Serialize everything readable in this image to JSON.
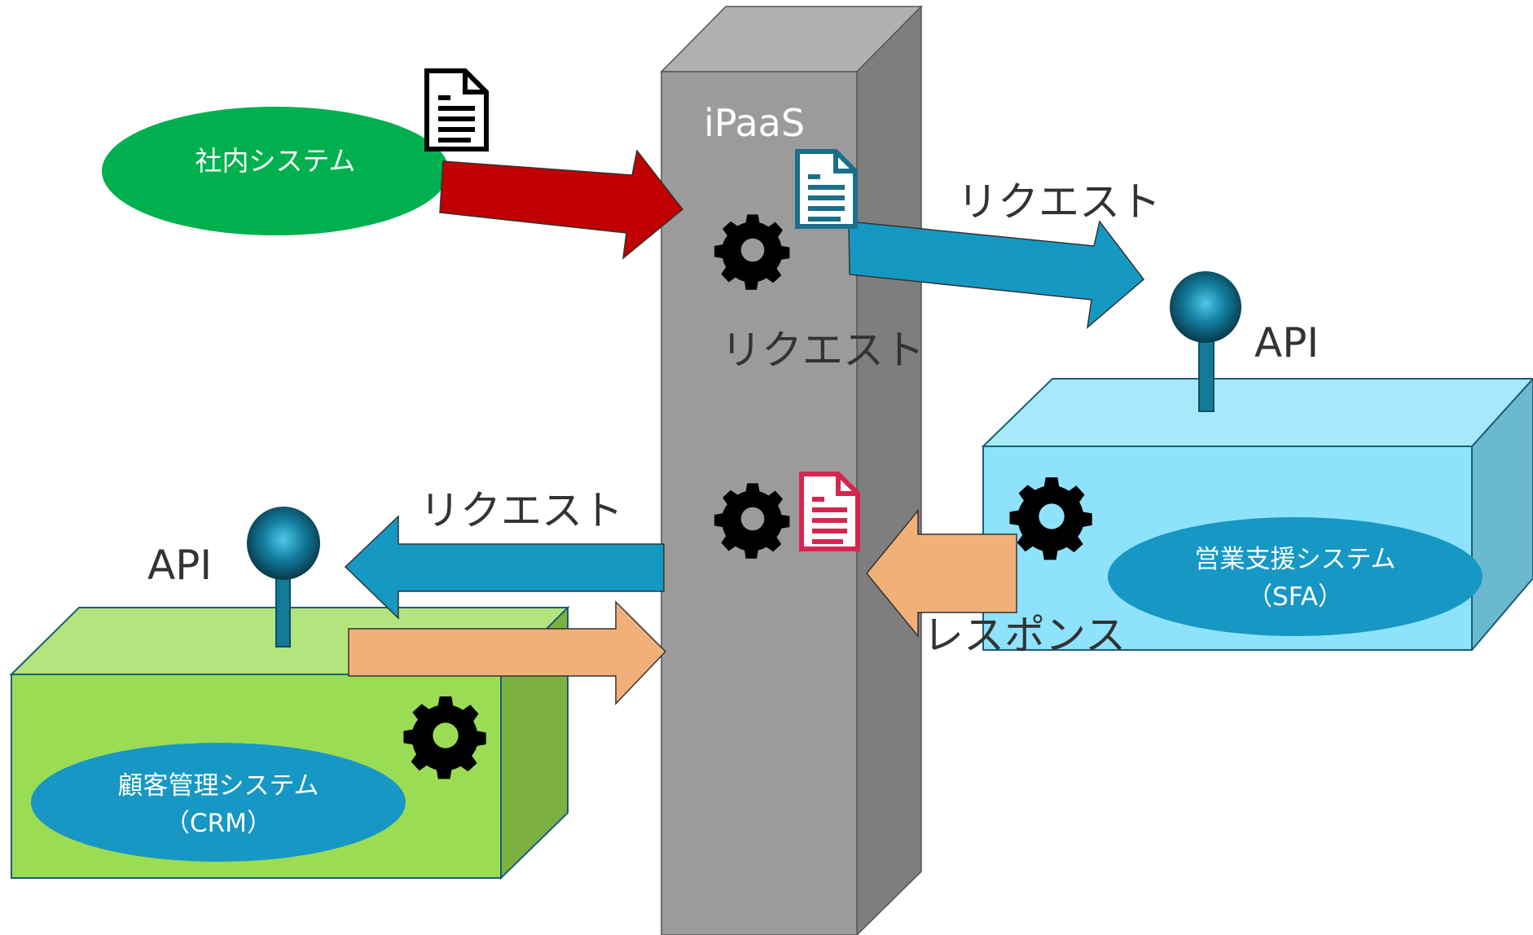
{
  "ipaas": {
    "label": "iPaaS"
  },
  "internal_system": {
    "label": "社内システム"
  },
  "sfa": {
    "name": "営業支援システム",
    "abbr": "（SFA）",
    "api_label": "API"
  },
  "crm": {
    "name": "顧客管理システム",
    "abbr": "（CRM）",
    "api_label": "API"
  },
  "arrows": {
    "ipaas_to_sfa": "リクエスト",
    "ipaas_internal": "リクエスト",
    "ipaas_to_crm": "リクエスト",
    "sfa_to_ipaas": "レスポンス"
  },
  "colors": {
    "red_arrow": "#c00000",
    "blue_arrow": "#1599c3",
    "orange_arrow": "#f2b079",
    "internal_ellipse": "#00b04f",
    "green_box": "#9bdc55",
    "cyan_box": "#8fe2fb",
    "system_ellipse": "#1797c4",
    "doc_blue": "#1b6f8b",
    "doc_red": "#d6264f",
    "pillar": "#9b9b9b"
  },
  "icons": [
    "gear-icon",
    "document-icon",
    "api-pin-icon"
  ]
}
